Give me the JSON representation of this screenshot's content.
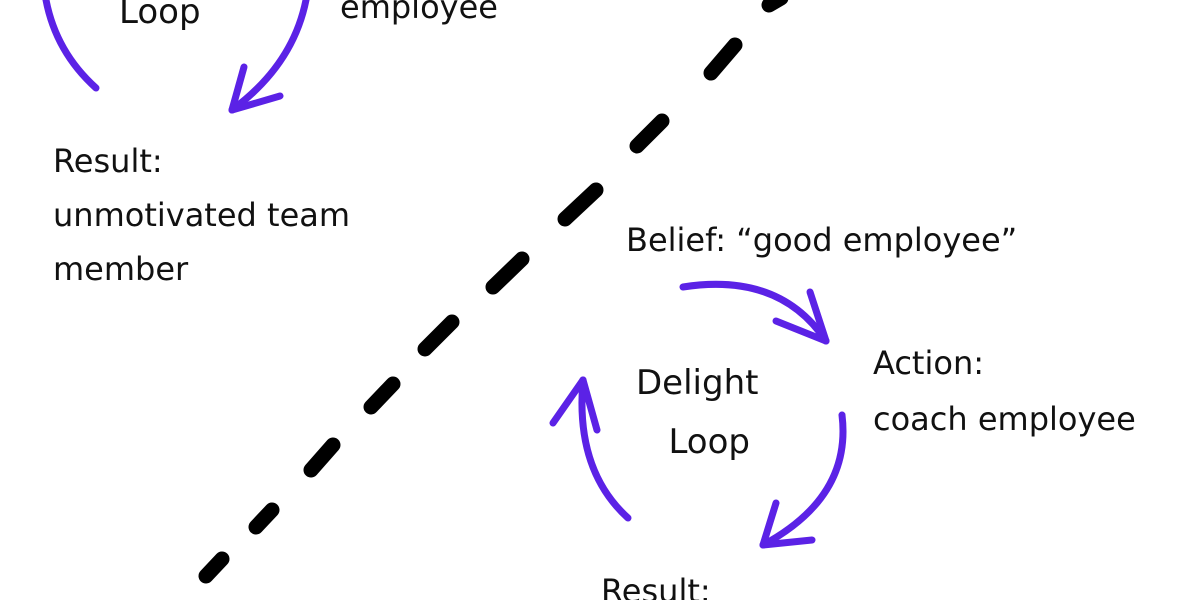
{
  "colors": {
    "arrow": "#5b22e6",
    "divider": "#000000",
    "text": "#111111",
    "background": "#ffffff"
  },
  "top_left_loop": {
    "loop_label": "Loop",
    "action_text": "employee",
    "result_title": "Result:",
    "result_text_line1": "unmotivated team",
    "result_text_line2": "member"
  },
  "bottom_right_loop": {
    "belief": "Belief: “good employee”",
    "action_title": "Action:",
    "action_text": "coach employee",
    "loop_label_line1": "Delight",
    "loop_label_line2": "Loop",
    "result_title": "Result:"
  }
}
